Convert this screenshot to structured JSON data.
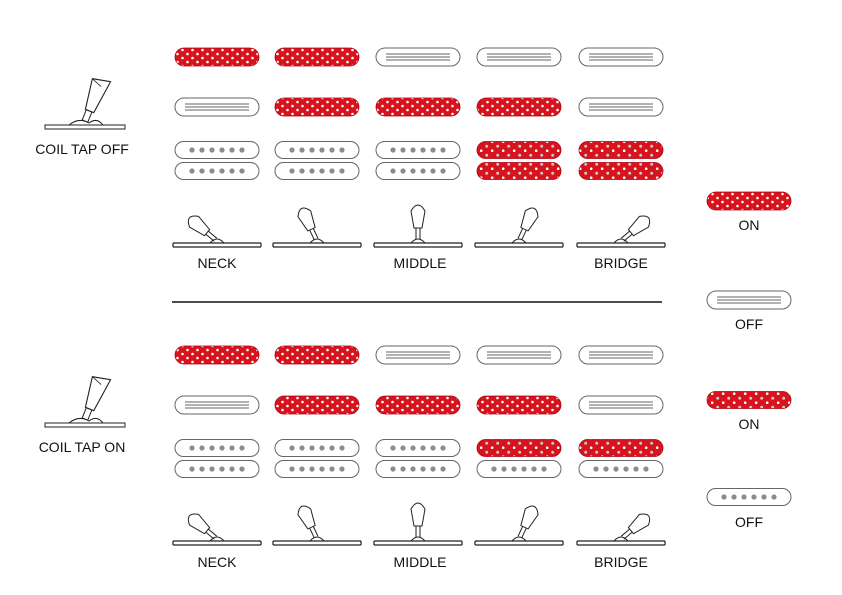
{
  "colors": {
    "active": "#d7141e",
    "outline": "#666666",
    "line": "#222222",
    "dot": "#8c8c8c"
  },
  "sections": [
    {
      "label": "COIL TAP OFF",
      "rows": [
        [
          "on",
          "on",
          "off",
          "off",
          "off"
        ],
        [
          "off",
          "on",
          "on",
          "on",
          "off"
        ],
        [
          "off",
          "off",
          "off",
          "on",
          "on"
        ],
        [
          "off",
          "off",
          "off",
          "on",
          "on"
        ]
      ],
      "positions": [
        "NECK",
        "",
        "MIDDLE",
        "",
        "BRIDGE"
      ]
    },
    {
      "label": "COIL TAP ON",
      "rows": [
        [
          "on",
          "on",
          "off",
          "off",
          "off"
        ],
        [
          "off",
          "on",
          "on",
          "on",
          "off"
        ],
        [
          "off",
          "off",
          "off",
          "on",
          "on"
        ],
        [
          "off",
          "off",
          "off",
          "off",
          "off"
        ]
      ],
      "positions": [
        "NECK",
        "",
        "MIDDLE",
        "",
        "BRIDGE"
      ]
    }
  ],
  "legend": [
    {
      "icon": "single-coil-on-icon",
      "text": "ON"
    },
    {
      "icon": "single-coil-off-icon",
      "text": "OFF"
    },
    {
      "icon": "humbucker-coil-on-icon",
      "text": "ON"
    },
    {
      "icon": "humbucker-coil-off-icon",
      "text": "OFF"
    }
  ]
}
